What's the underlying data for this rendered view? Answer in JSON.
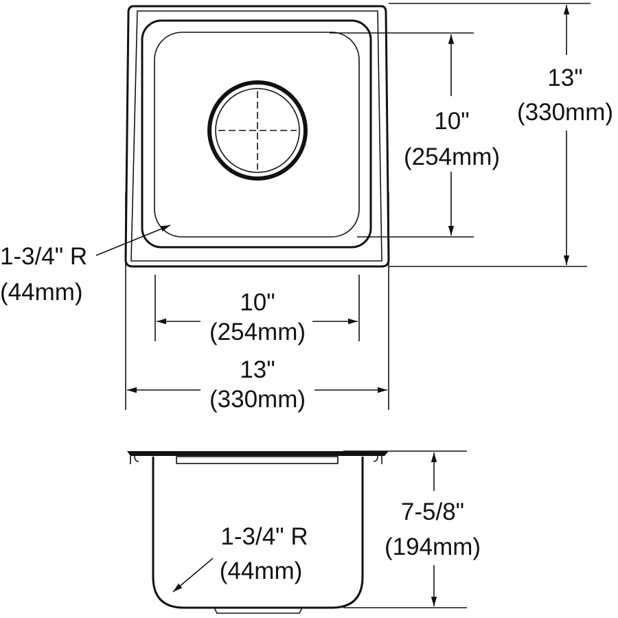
{
  "top_view": {
    "bowl_length": {
      "in": "10\"",
      "mm": "(254mm)"
    },
    "overall_length": {
      "in": "13\"",
      "mm": "(330mm)"
    },
    "bowl_width": {
      "in": "10\"",
      "mm": "(254mm)"
    },
    "overall_width": {
      "in": "13\"",
      "mm": "(330mm)"
    },
    "corner_radius": {
      "in": "1-3/4\" R",
      "mm": "(44mm)"
    }
  },
  "side_view": {
    "depth": {
      "in": "7-5/8\"",
      "mm": "(194mm)"
    },
    "corner_radius": {
      "in": "1-3/4\" R",
      "mm": "(44mm)"
    }
  },
  "colors": {
    "line": "#111111",
    "background": "#ffffff"
  }
}
